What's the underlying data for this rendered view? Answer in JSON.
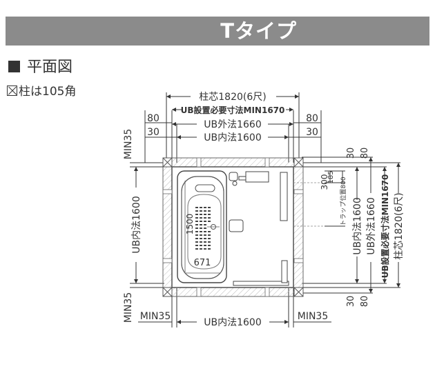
{
  "header": {
    "title": "Tタイプ"
  },
  "section": {
    "title": "平面図",
    "note": "柱は105角"
  },
  "dims": {
    "pillar_center": "柱芯1820(6尺)",
    "ub_required": "UB設置必要寸法MIN1670",
    "ub_outer": "UB外法1660",
    "ub_inner": "UB内法1600",
    "offset_80": "80",
    "offset_30": "30",
    "min35": "MIN35",
    "tub_length": "1500",
    "tub_width": "671",
    "dim_185": "185",
    "dim_300": "300",
    "trap_position": "トラップ位置800"
  },
  "colors": {
    "banner": "#8b8b8b",
    "line": "#333333"
  }
}
